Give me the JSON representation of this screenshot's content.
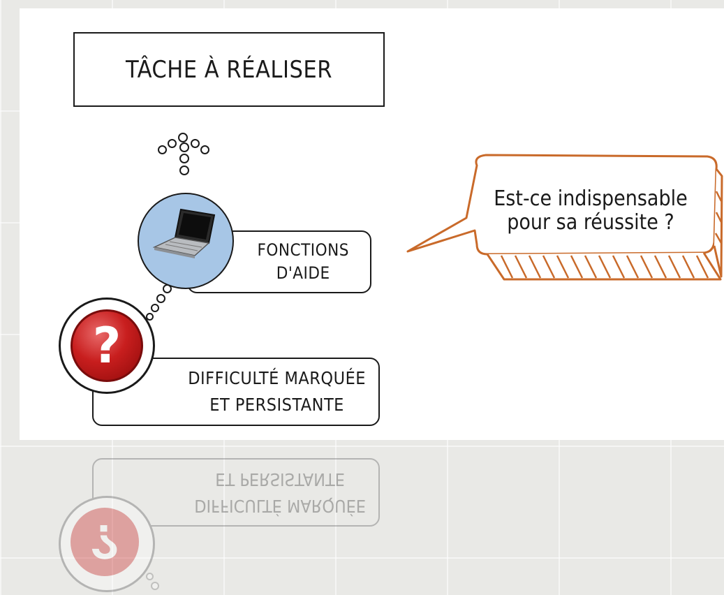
{
  "task_box": {
    "label": "TÂCHE À RÉALISER"
  },
  "help_functions": {
    "line1": "FONCTIONS",
    "line2": "D'AIDE"
  },
  "difficulty": {
    "line1": "DIFFICULTÉ MARQUÉE",
    "line2": "ET PERSISTANTE"
  },
  "speech_bubble": {
    "line1": "Est-ce indispensable",
    "line2": "pour sa réussite ?"
  },
  "icons": {
    "question": "?",
    "laptop": "laptop-icon",
    "question_icon": "question-mark-icon"
  },
  "colors": {
    "laptop_circle": "#a7c6e6",
    "question_red": "#c81e1e",
    "speech_outline": "#c96a2a"
  }
}
